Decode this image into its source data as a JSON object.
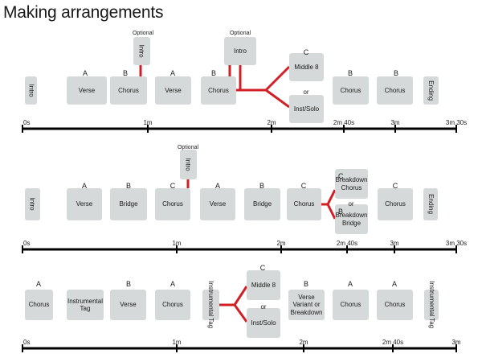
{
  "title": "Making arrangements",
  "colors": {
    "connector": "#d21f26",
    "box": "#d6d9d9",
    "timeline": "#000000"
  },
  "rows": [
    {
      "boxes": [
        {
          "label": "Intro",
          "vertical": true
        },
        {
          "label": "Verse",
          "letter": "A"
        },
        {
          "label": "Chorus",
          "letter": "B"
        },
        {
          "label": "Intro",
          "vertical": true,
          "optional": "Optional"
        },
        {
          "label": "Verse",
          "letter": "A"
        },
        {
          "label": "Chorus",
          "letter": "B"
        },
        {
          "label": "Intro",
          "optional": "Optional"
        },
        {
          "label": "Middle 8",
          "letter": "C"
        },
        {
          "label": "Inst/Solo"
        },
        {
          "label": "Chorus",
          "letter": "B"
        },
        {
          "label": "Chorus",
          "letter": "B"
        },
        {
          "label": "Ending",
          "vertical": true
        }
      ],
      "or_label": "or",
      "timeline": [
        "0s",
        "1m",
        "2m",
        "2m 40s",
        "3m",
        "3m 30s"
      ]
    },
    {
      "boxes": [
        {
          "label": "Intro",
          "vertical": true
        },
        {
          "label": "Verse",
          "letter": "A"
        },
        {
          "label": "Bridge",
          "letter": "B"
        },
        {
          "label": "Chorus",
          "letter": "C"
        },
        {
          "label": "Intro",
          "vertical": true,
          "optional": "Optional"
        },
        {
          "label": "Verse",
          "letter": "A"
        },
        {
          "label": "Bridge",
          "letter": "B"
        },
        {
          "label": "Chorus",
          "letter": "C"
        },
        {
          "label": "Breakdown Chorus",
          "letter": "C"
        },
        {
          "label": "Breakdown Bridge",
          "letter": "B"
        },
        {
          "label": "Chorus",
          "letter": "C"
        },
        {
          "label": "Ending",
          "vertical": true
        }
      ],
      "or_label": "or",
      "timeline": [
        "0s",
        "1m",
        "2m",
        "2m 40s",
        "3m",
        "3m 30s"
      ]
    },
    {
      "boxes": [
        {
          "label": "Chorus",
          "letter": "A"
        },
        {
          "label": "Instrumental Tag"
        },
        {
          "label": "Verse",
          "letter": "B"
        },
        {
          "label": "Chorus",
          "letter": "A"
        },
        {
          "label": "Instrumental Tag",
          "vertical": true
        },
        {
          "label": "Middle 8",
          "letter": "C"
        },
        {
          "label": "Inst/Solo"
        },
        {
          "label": "Verse Variant or Breakdown",
          "letter": "B"
        },
        {
          "label": "Chorus",
          "letter": "A"
        },
        {
          "label": "Chorus",
          "letter": "A"
        },
        {
          "label": "Instrumental Tag",
          "vertical": true
        }
      ],
      "or_label": "or",
      "timeline": [
        "0s",
        "1m",
        "2m",
        "2m 40s",
        "3m"
      ]
    }
  ]
}
